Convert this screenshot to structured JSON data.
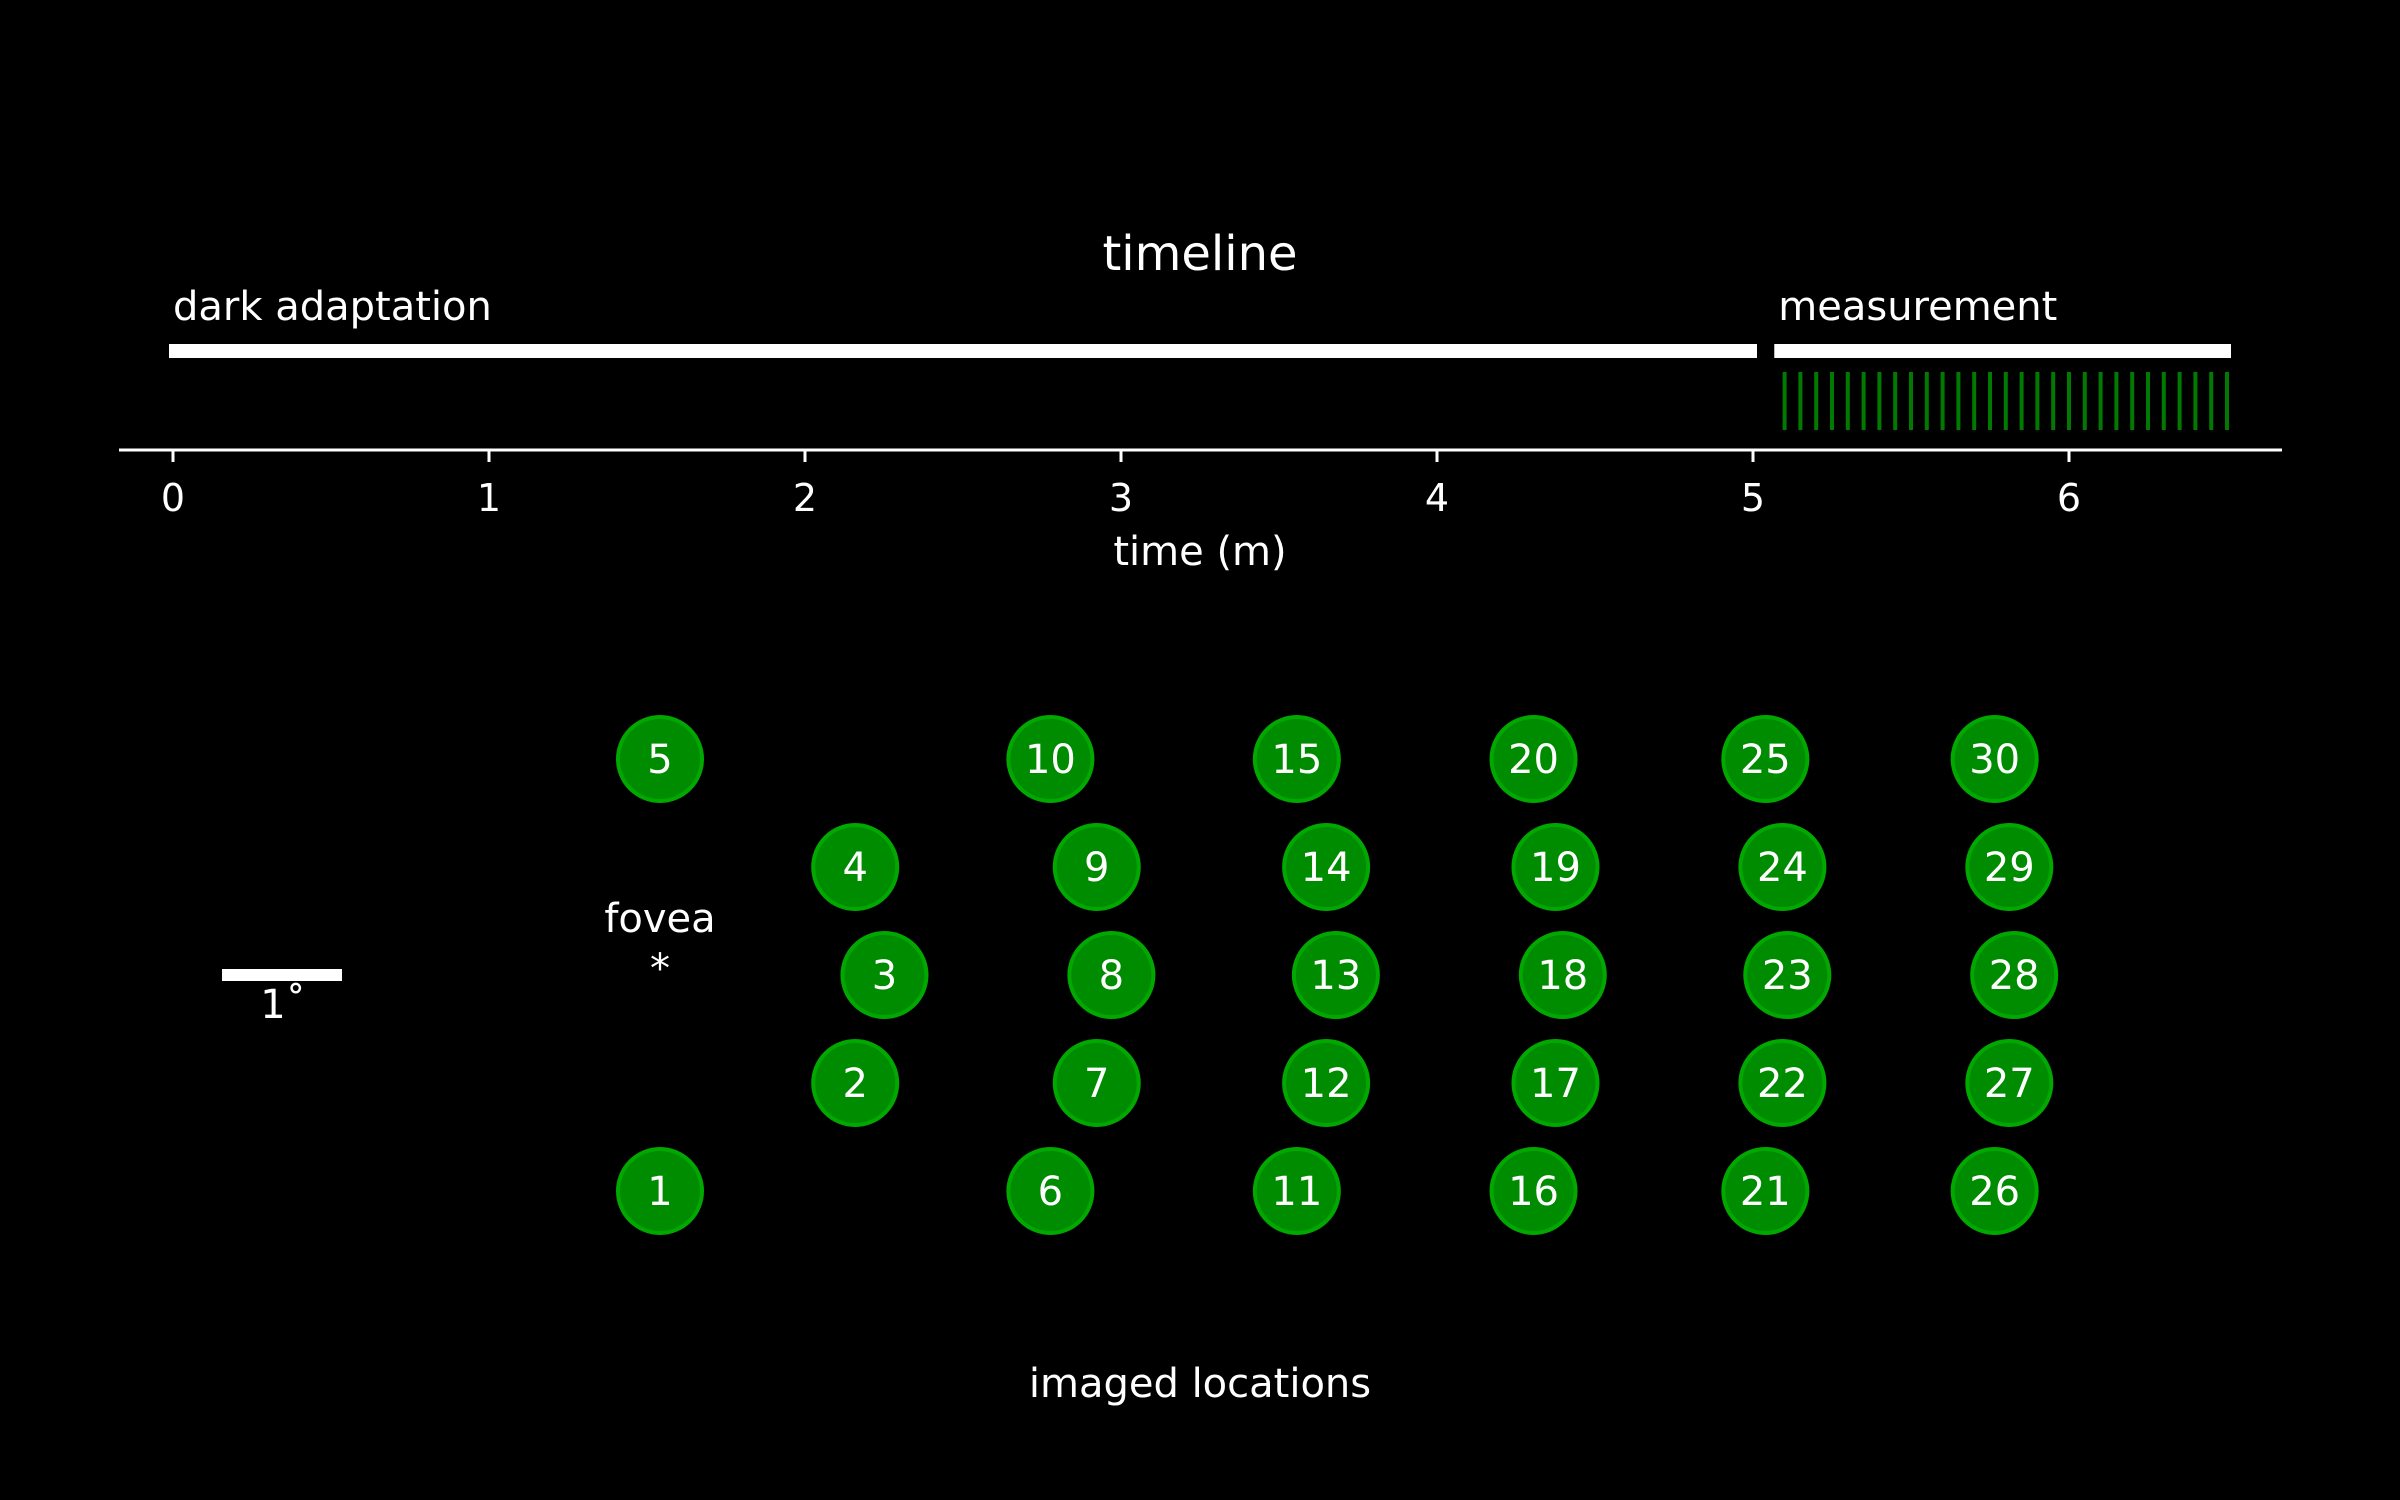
{
  "colors": {
    "background": "#000000",
    "foreground": "#ffffff",
    "marker_fill": "#008c00",
    "marker_edge": "#00a800",
    "pulse": "#007a00"
  },
  "timeline": {
    "title": "timeline",
    "xlabel": "time (m)",
    "xlim": [
      -0.17,
      6.66
    ],
    "ticks": [
      0,
      1,
      2,
      3,
      4,
      5,
      6
    ],
    "tick_labels": [
      "0",
      "1",
      "2",
      "3",
      "4",
      "5",
      "6"
    ],
    "phases": [
      {
        "label": "dark adaptation",
        "start": 0,
        "end": 5.0
      },
      {
        "label": "measurement",
        "start": 5.08,
        "end": 6.5
      }
    ],
    "pulse_times": [
      5.1,
      5.15,
      5.2,
      5.25,
      5.3,
      5.35,
      5.4,
      5.45,
      5.5,
      5.55,
      5.6,
      5.65,
      5.7,
      5.75,
      5.8,
      5.85,
      5.9,
      5.95,
      6.0,
      6.05,
      6.1,
      6.15,
      6.2,
      6.25,
      6.3,
      6.35,
      6.4,
      6.45,
      6.5
    ]
  },
  "locations": {
    "title": "imaged locations",
    "fovea_label": "fovea",
    "fovea_marker": "*",
    "scale_label": "1˚",
    "points": [
      {
        "id": "1",
        "x": 0.0,
        "y": -2.0
      },
      {
        "id": "2",
        "x": 0.8,
        "y": -1.0
      },
      {
        "id": "3",
        "x": 0.92,
        "y": 0.0
      },
      {
        "id": "4",
        "x": 0.8,
        "y": 1.0
      },
      {
        "id": "5",
        "x": 0.0,
        "y": 2.0
      },
      {
        "id": "6",
        "x": 1.6,
        "y": -2.0
      },
      {
        "id": "7",
        "x": 1.79,
        "y": -1.0
      },
      {
        "id": "8",
        "x": 1.85,
        "y": 0.0
      },
      {
        "id": "9",
        "x": 1.79,
        "y": 1.0
      },
      {
        "id": "10",
        "x": 1.6,
        "y": 2.0
      },
      {
        "id": "11",
        "x": 2.61,
        "y": -2.0
      },
      {
        "id": "12",
        "x": 2.73,
        "y": -1.0
      },
      {
        "id": "13",
        "x": 2.77,
        "y": 0.0
      },
      {
        "id": "14",
        "x": 2.73,
        "y": 1.0
      },
      {
        "id": "15",
        "x": 2.61,
        "y": 2.0
      },
      {
        "id": "16",
        "x": 3.58,
        "y": -2.0
      },
      {
        "id": "17",
        "x": 3.67,
        "y": -1.0
      },
      {
        "id": "18",
        "x": 3.7,
        "y": 0.0
      },
      {
        "id": "19",
        "x": 3.67,
        "y": 1.0
      },
      {
        "id": "20",
        "x": 3.58,
        "y": 2.0
      },
      {
        "id": "21",
        "x": 4.53,
        "y": -2.0
      },
      {
        "id": "22",
        "x": 4.6,
        "y": -1.0
      },
      {
        "id": "23",
        "x": 4.62,
        "y": 0.0
      },
      {
        "id": "24",
        "x": 4.6,
        "y": 1.0
      },
      {
        "id": "25",
        "x": 4.53,
        "y": 2.0
      },
      {
        "id": "26",
        "x": 5.47,
        "y": -2.0
      },
      {
        "id": "27",
        "x": 5.53,
        "y": -1.0
      },
      {
        "id": "28",
        "x": 5.55,
        "y": 0.0
      },
      {
        "id": "29",
        "x": 5.53,
        "y": 1.0
      },
      {
        "id": "30",
        "x": 5.47,
        "y": 2.0
      }
    ]
  }
}
